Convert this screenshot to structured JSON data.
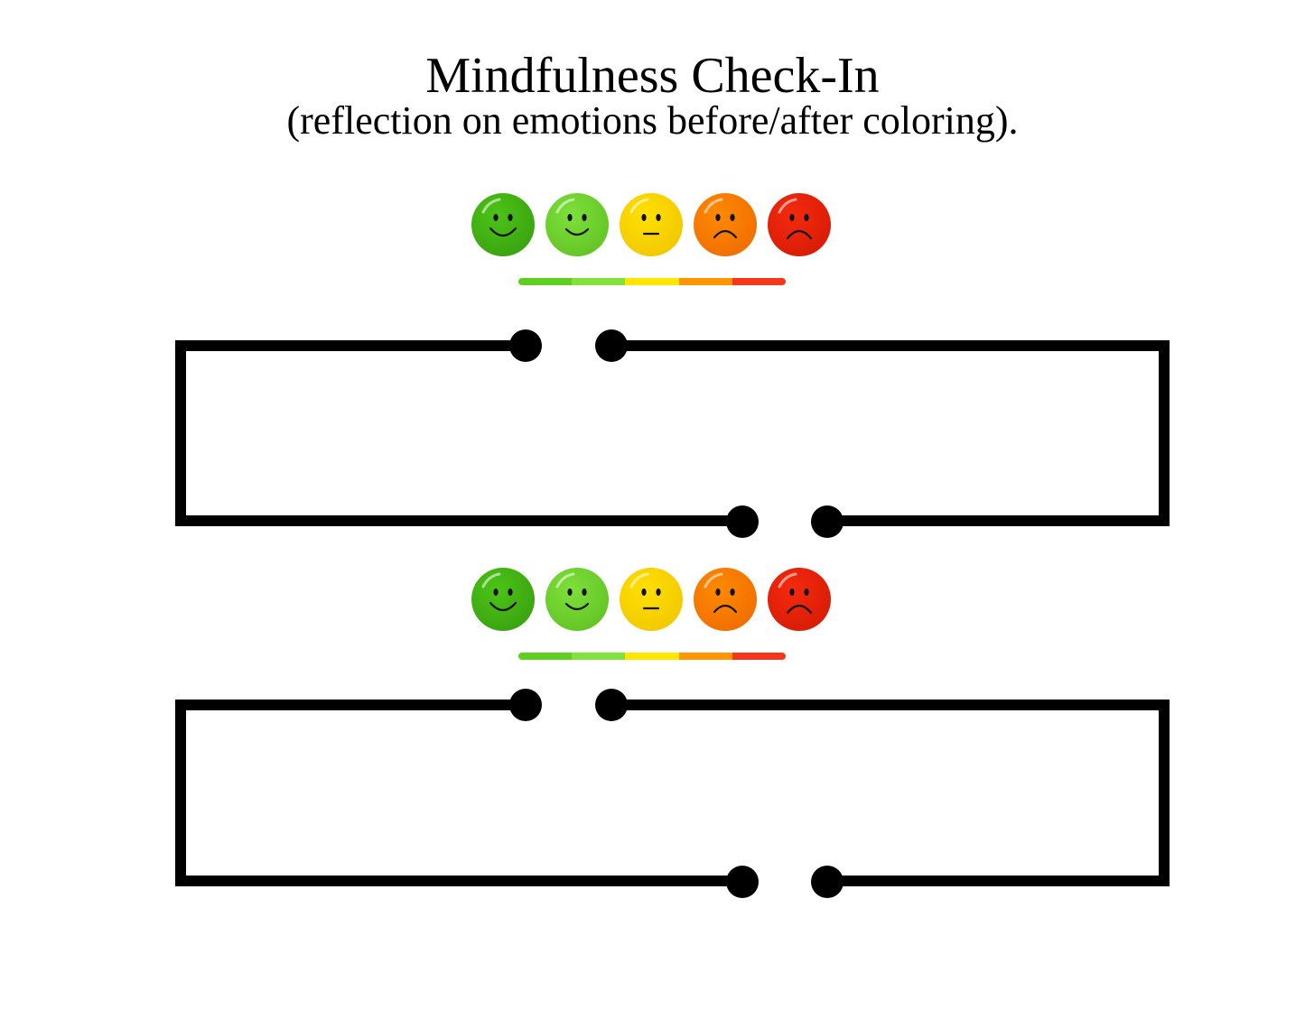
{
  "header": {
    "title": "Mindfulness Check-In",
    "subtitle": "(reflection on emotions before/after coloring)."
  },
  "scale": {
    "faces": [
      {
        "mood": "very-happy",
        "icon": "very-happy-face-icon",
        "color": "#4cc417",
        "dark": "#3aa310"
      },
      {
        "mood": "happy",
        "icon": "happy-face-icon",
        "color": "#7ee03a",
        "dark": "#63c425"
      },
      {
        "mood": "neutral",
        "icon": "neutral-face-icon",
        "color": "#ffe000",
        "dark": "#f2c800"
      },
      {
        "mood": "sad",
        "icon": "sad-face-icon",
        "color": "#ff8a00",
        "dark": "#f06e00"
      },
      {
        "mood": "very-sad",
        "icon": "very-sad-face-icon",
        "color": "#f42a0f",
        "dark": "#d81c05"
      }
    ],
    "bar_colors": [
      "#5fcf1f",
      "#82e23c",
      "#ffe600",
      "#ff9500",
      "#f6361a"
    ]
  },
  "sections": [
    {
      "id": "before"
    },
    {
      "id": "after"
    }
  ]
}
